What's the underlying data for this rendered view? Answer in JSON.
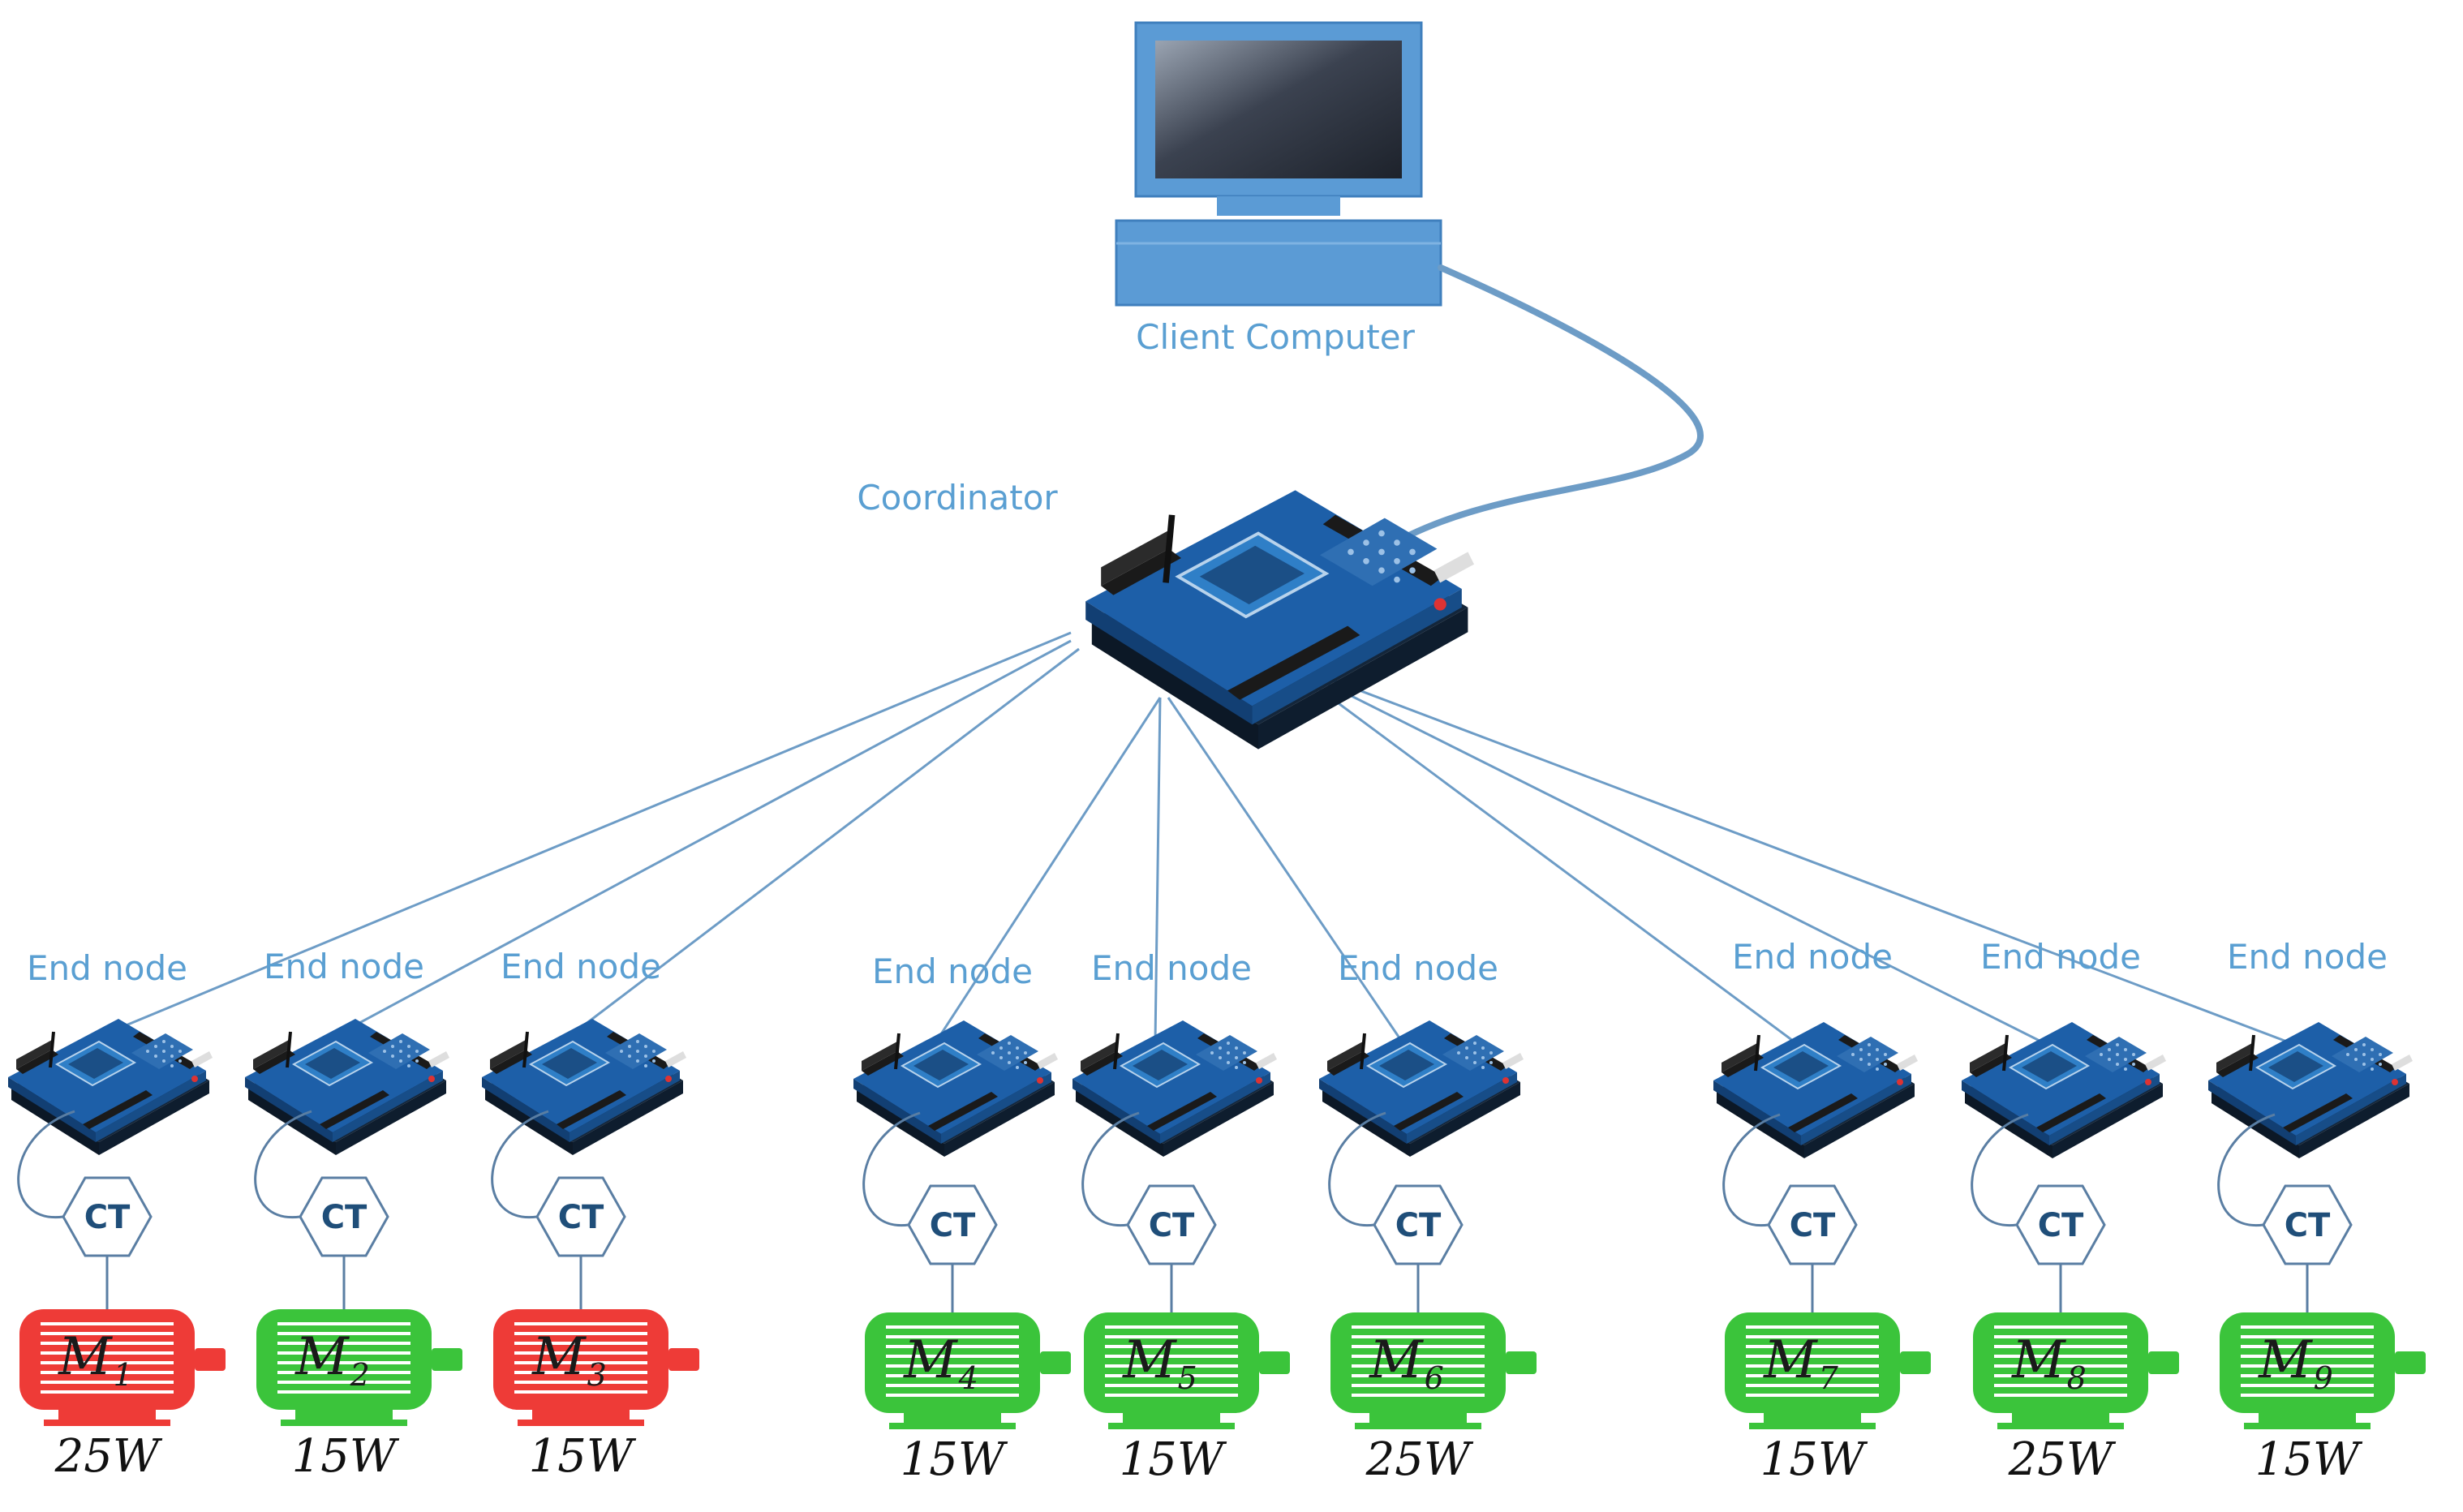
{
  "client_computer": {
    "label": "Client Computer"
  },
  "coordinator": {
    "label": "Coordinator"
  },
  "sensor_label": "CT",
  "end_nodes": [
    {
      "label": "End node",
      "motor": "M",
      "motor_sub": "1",
      "power": "25W",
      "state": "red"
    },
    {
      "label": "End node",
      "motor": "M",
      "motor_sub": "2",
      "power": "15W",
      "state": "green"
    },
    {
      "label": "End node",
      "motor": "M",
      "motor_sub": "3",
      "power": "15W",
      "state": "red"
    },
    {
      "label": "End node",
      "motor": "M",
      "motor_sub": "4",
      "power": "15W",
      "state": "green"
    },
    {
      "label": "End node",
      "motor": "M",
      "motor_sub": "5",
      "power": "15W",
      "state": "green"
    },
    {
      "label": "End node",
      "motor": "M",
      "motor_sub": "6",
      "power": "25W",
      "state": "green"
    },
    {
      "label": "End node",
      "motor": "M",
      "motor_sub": "7",
      "power": "15W",
      "state": "green"
    },
    {
      "label": "End node",
      "motor": "M",
      "motor_sub": "8",
      "power": "25W",
      "state": "green"
    },
    {
      "label": "End node",
      "motor": "M",
      "motor_sub": "9",
      "power": "15W",
      "state": "green"
    }
  ],
  "colors": {
    "red_motor": "#ee3b37",
    "green_motor": "#3bc43b",
    "line": "#6d9cc6",
    "label": "#5a9fd2",
    "computer": "#5b9bd5"
  }
}
